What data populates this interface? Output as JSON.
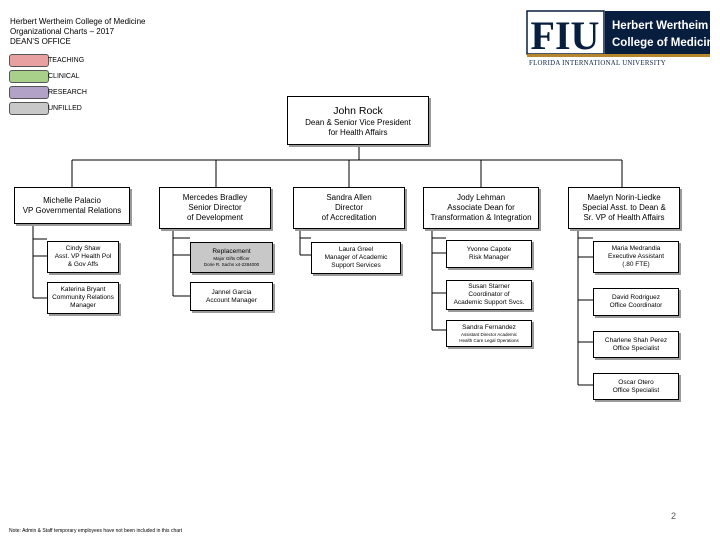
{
  "header": {
    "line1": "Herbert Wertheim College of Medicine",
    "line2": "Organizational Charts – 2017",
    "line3": "DEAN’S OFFICE"
  },
  "legend": [
    {
      "label": "TEACHING",
      "color": "#e8a0a0"
    },
    {
      "label": "CLINICAL",
      "color": "#a8d08a"
    },
    {
      "label": "RESEARCH",
      "color": "#b3a2c7"
    },
    {
      "label": "UNFILLED",
      "color": "#c8c8c8"
    }
  ],
  "logo": {
    "letters": "FIU",
    "name_line1": "Herbert Wertheim",
    "name_line2": "College of Medicine",
    "university": "FLORIDA INTERNATIONAL UNIVERSITY",
    "colors": {
      "navy": "#081e3f",
      "gold": "#b6862c"
    }
  },
  "root": {
    "name": "John Rock",
    "title1": "Dean & Senior Vice President",
    "title2": "for Health Affairs"
  },
  "directs": [
    {
      "name": "Michelle Palacio",
      "title1": "VP Governmental Relations",
      "title2": ""
    },
    {
      "name": "Mercedes Bradley",
      "title1": "Senior Director",
      "title2": "of Development"
    },
    {
      "name": "Sandra Allen",
      "title1": "Director",
      "title2": "of Accreditation"
    },
    {
      "name": "Jody Lehman",
      "title1": "Associate Dean for",
      "title2": "Transformation & Integration"
    },
    {
      "name": "Maelyn Norin-Liedke",
      "title1": "Special Asst. to Dean &",
      "title2": "Sr. VP of Health Affairs"
    }
  ],
  "reports": {
    "palacio": [
      {
        "l1": "Cindy Shaw",
        "l2": "Asst. VP Health Pol",
        "l3": "& Gov Affs"
      },
      {
        "l1": "Katerina Bryant",
        "l2": "Community Relations",
        "l3": "Manager"
      }
    ],
    "bradley": [
      {
        "l1": "Replacement",
        "l2": "Major Gifts Officer",
        "l3": "Dorie R. Sachs x4-2284000"
      },
      {
        "l1": "Jannel Garcia",
        "l2": "Account Manager",
        "l3": ""
      }
    ],
    "allen": [
      {
        "l1": "Laura Greel",
        "l2": "Manager of Academic",
        "l3": "Support Services"
      }
    ],
    "lehman": [
      {
        "l1": "Yvonne Capote",
        "l2": "Risk Manager",
        "l3": ""
      },
      {
        "l1": "Susan Starner",
        "l2": "Coordinator of",
        "l3": "Academic Support Svcs."
      },
      {
        "l1": "Sandra Fernandez",
        "l2": "Assistant Director Academic",
        "l3": "Health Care Legal Operations"
      }
    ],
    "norin": [
      {
        "l1": "Maria Medrandia",
        "l2": "Executive Assistant",
        "l3": "(.80 FTE)"
      },
      {
        "l1": "David Rodriguez",
        "l2": "Office Coordinator",
        "l3": ""
      },
      {
        "l1": "Charlene Shah Perez",
        "l2": "Office Specialist",
        "l3": ""
      },
      {
        "l1": "Oscar Otero",
        "l2": "Office Specialist",
        "l3": ""
      }
    ]
  },
  "page_number": "2",
  "footnote": "Note: Admin & Staff temporary employees have not been included in this chart"
}
